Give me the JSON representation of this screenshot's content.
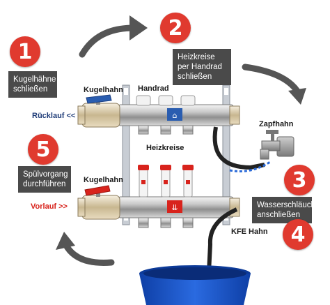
{
  "steps": [
    {
      "number": "1",
      "label": "Kugelhähne schließen"
    },
    {
      "number": "2",
      "label": "Heizkreise per Handrad schließen"
    },
    {
      "number": "3",
      "label": "Wasserschläuche anschließen"
    },
    {
      "number": "4",
      "label": ""
    },
    {
      "number": "5",
      "label": "Spülvorgang durchführen"
    }
  ],
  "labels": {
    "kugelhahn_top": "Kugelhahn",
    "kugelhahn_bottom": "Kugelhahn",
    "handrad": "Handrad",
    "heizkreise": "Heizkreise",
    "ruecklauf": "Rücklauf <<",
    "vorlauf": "Vorlauf >>",
    "zapfhahn": "Zapfhahn",
    "kfe_hahn": "KFE Hahn"
  },
  "colors": {
    "step_red": "#e03a2f",
    "step_box": "#4a4a4a",
    "arrow_gray": "#555555",
    "ruecklauf_blue": "#1f3c78",
    "vorlauf_red": "#d8231c",
    "bucket_blue": "#1e56c8",
    "hose_blue": "#2a6ad8"
  }
}
